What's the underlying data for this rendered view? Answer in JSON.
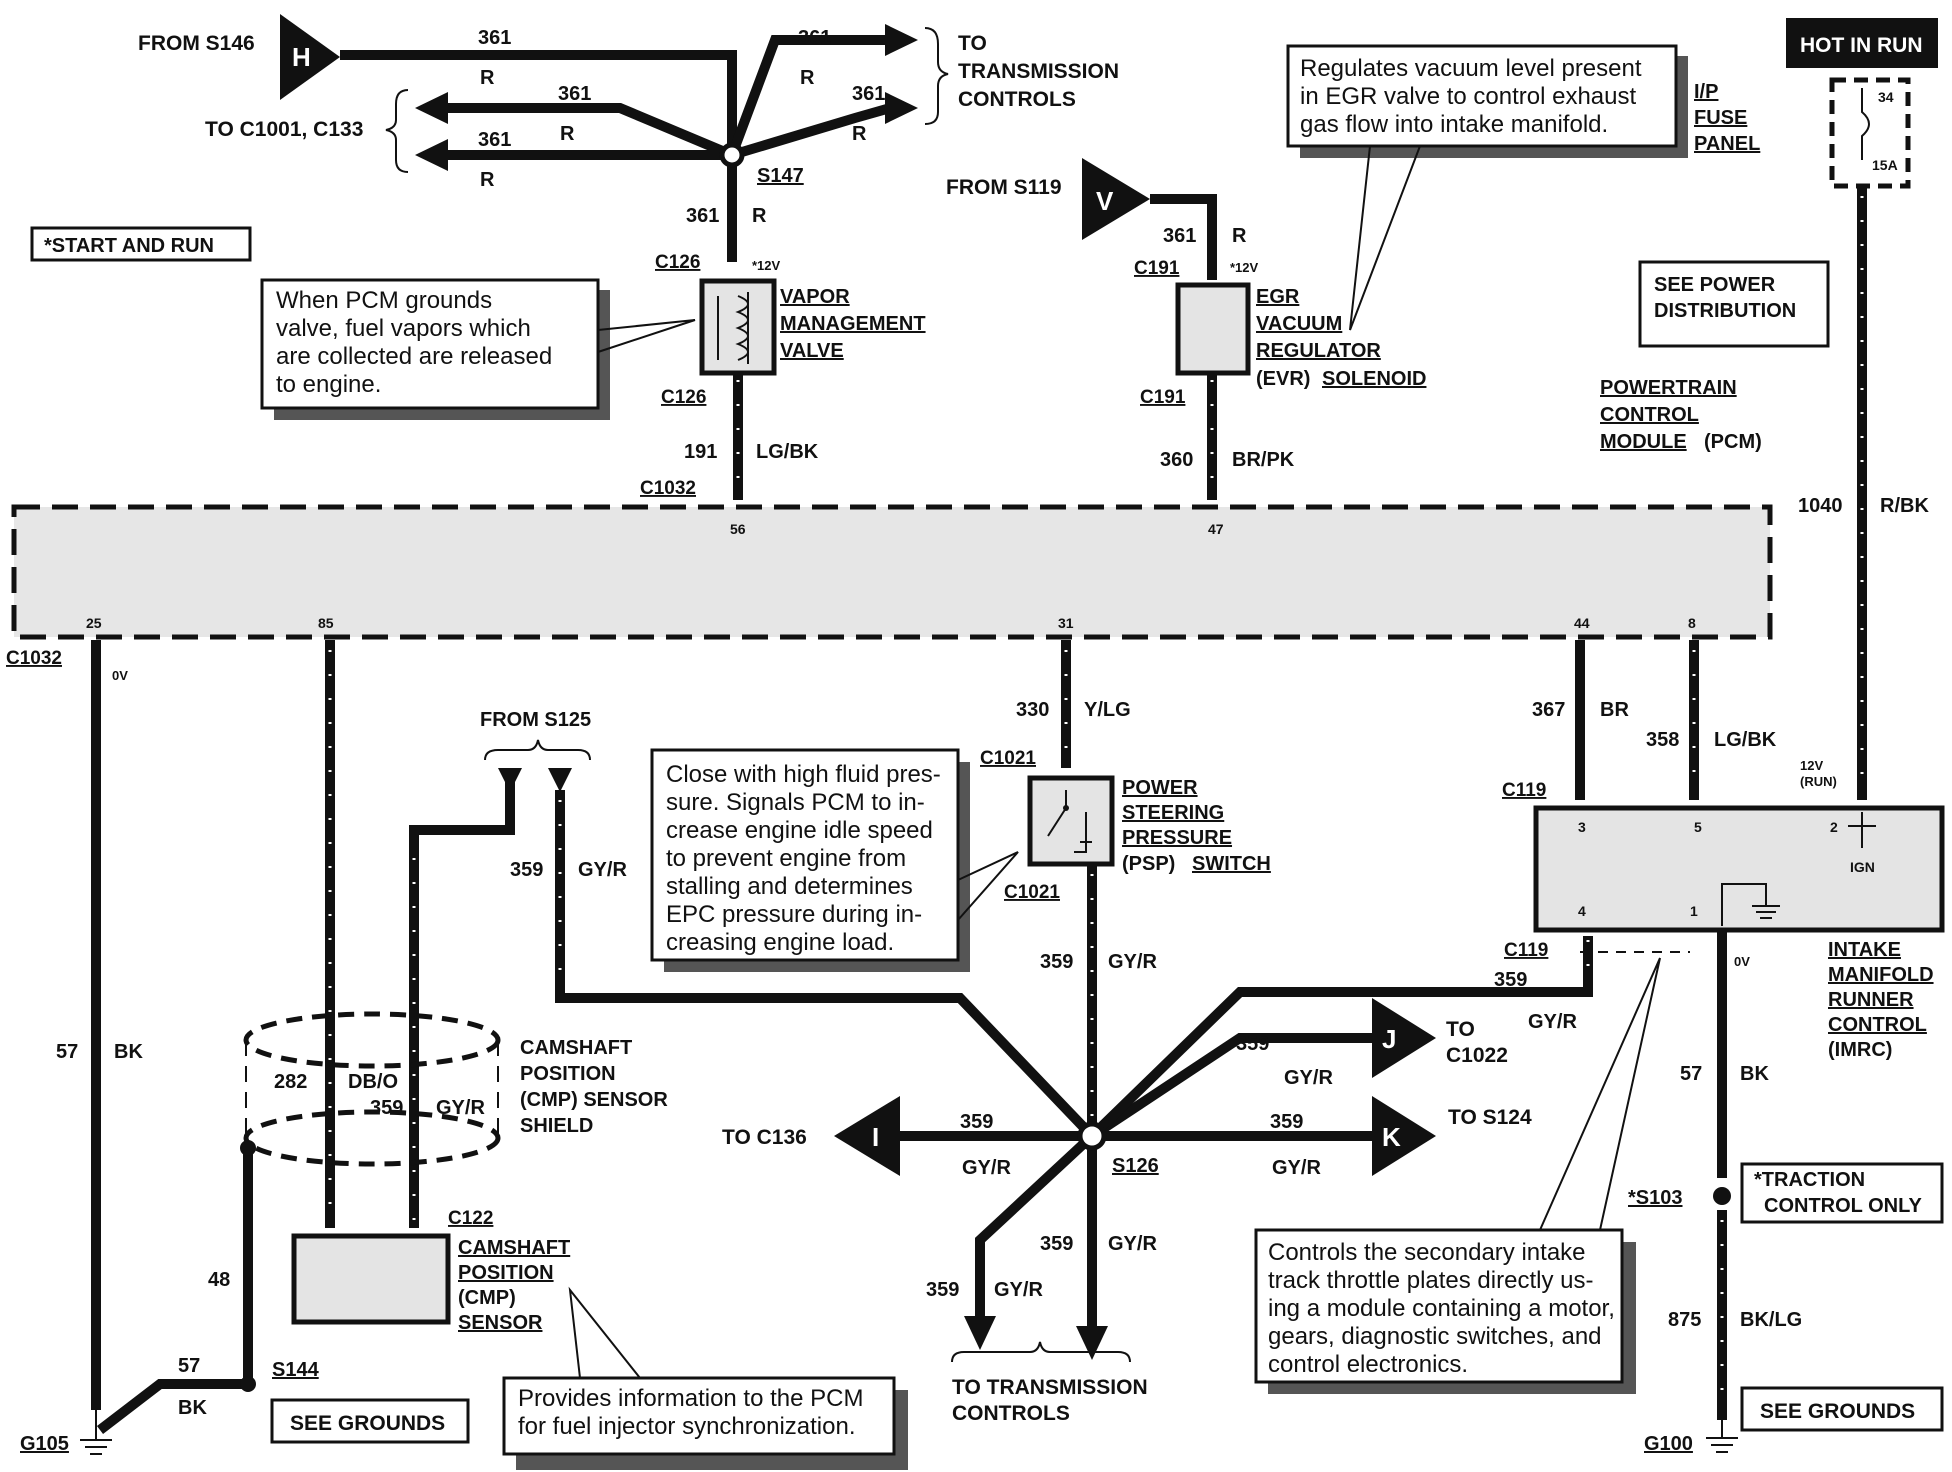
{
  "hot_in_run": "HOT IN RUN",
  "fuse_panel": {
    "l1": "I/P",
    "l2": "FUSE",
    "l3": "PANEL",
    "num": "34",
    "amp": "15A"
  },
  "see_power_distribution": {
    "l1": "SEE POWER",
    "l2": "DISTRIBUTION"
  },
  "start_and_run": "*START AND RUN",
  "pcm": {
    "l1": "POWERTRAIN",
    "l2": "CONTROL",
    "l3": "MODULE",
    "l3b": "(PCM)"
  },
  "from_s146": "FROM S146",
  "from_s119": "FROM S119",
  "from_s125": "FROM S125",
  "to_transmission_controls_top": {
    "l1": "TO",
    "l2": "TRANSMISSION",
    "l3": "CONTROLS"
  },
  "to_c1001": "TO C1001, C133",
  "to_transmission_controls_bottom": {
    "l1": "TO TRANSMISSION",
    "l2": "CONTROLS"
  },
  "to_c136": "TO C136",
  "to_c1022": {
    "l1": "TO",
    "l2": "C1022"
  },
  "to_s124": "TO S124",
  "connector_letters": {
    "h": "H",
    "v": "V",
    "i": "I",
    "j": "J",
    "k": "K"
  },
  "wires": {
    "c361": "361",
    "r": "R",
    "c191": "191",
    "lgbk": "LG/BK",
    "c360": "360",
    "brpk": "BR/PK",
    "c1040": "1040",
    "rbk": "R/BK",
    "c330": "330",
    "ylg": "Y/LG",
    "c367": "367",
    "br": "BR",
    "c358": "358",
    "c359": "359",
    "gyr": "GY/R",
    "c57": "57",
    "bk": "BK",
    "c282": "282",
    "dbo": "DB/O",
    "c48": "48",
    "c875": "875",
    "bklg": "BK/LG"
  },
  "connectors": {
    "c126": "C126",
    "c191": "C191",
    "c1032": "C1032",
    "c1021": "C1021",
    "c119": "C119",
    "c122": "C122",
    "s147": "S147",
    "s126": "S126",
    "s144": "S144",
    "s103": "*S103",
    "g105": "G105",
    "g100": "G100"
  },
  "pins": {
    "p56": "56",
    "p47": "47",
    "p25": "25",
    "p85": "85",
    "p31": "31",
    "p44": "44",
    "p8": "8",
    "m3": "3",
    "m5": "5",
    "m2": "2",
    "m4": "4",
    "m1": "1"
  },
  "voltages": {
    "v12a": "*12V",
    "v12b": "*12V",
    "v0a": "0V",
    "v0b": "0V",
    "v12run1": "12V",
    "v12run2": "(RUN)",
    "ign": "IGN"
  },
  "vapor_valve": {
    "l1": "VAPOR",
    "l2": "MANAGEMENT",
    "l3": "VALVE"
  },
  "evr": {
    "l1": "EGR",
    "l2": "VACUUM",
    "l3": "REGULATOR",
    "l4a": "(EVR)",
    "l4b": "SOLENOID"
  },
  "psp": {
    "l1": "POWER",
    "l2": "STEERING",
    "l3": "PRESSURE",
    "l4a": "(PSP)",
    "l4b": "SWITCH"
  },
  "cmp_shield": {
    "l1": "CAMSHAFT",
    "l2": "POSITION",
    "l3": "(CMP) SENSOR",
    "l4": "SHIELD"
  },
  "cmp_sensor": {
    "l1": "CAMSHAFT",
    "l2": "POSITION",
    "l3": "(CMP)",
    "l4": "SENSOR"
  },
  "imrc": {
    "l1": "INTAKE",
    "l2": "MANIFOLD",
    "l3": "RUNNER",
    "l4": "CONTROL",
    "l5": "(IMRC)"
  },
  "traction": {
    "l1": "*TRACTION",
    "l2": "CONTROL ONLY"
  },
  "see_grounds_left": "SEE GROUNDS",
  "see_grounds_right": "SEE GROUNDS",
  "notes": {
    "vapor": [
      "When PCM grounds",
      "valve, fuel vapors which",
      "are collected are released",
      "to engine."
    ],
    "egr": [
      "Regulates vacuum level present",
      "in EGR valve to control exhaust",
      "gas flow into intake manifold."
    ],
    "psp": [
      "Close with high fluid pres-",
      "sure.  Signals PCM to in-",
      "crease engine idle speed",
      "to prevent engine from",
      "stalling and determines",
      "EPC pressure during in-",
      "creasing engine load."
    ],
    "imrc": [
      "Controls the secondary intake",
      "track throttle plates directly us-",
      "ing a module containing a motor,",
      "gears, diagnostic switches, and",
      "control electronics."
    ],
    "cmp": [
      "Provides information to the PCM",
      "for fuel injector synchronization."
    ]
  }
}
